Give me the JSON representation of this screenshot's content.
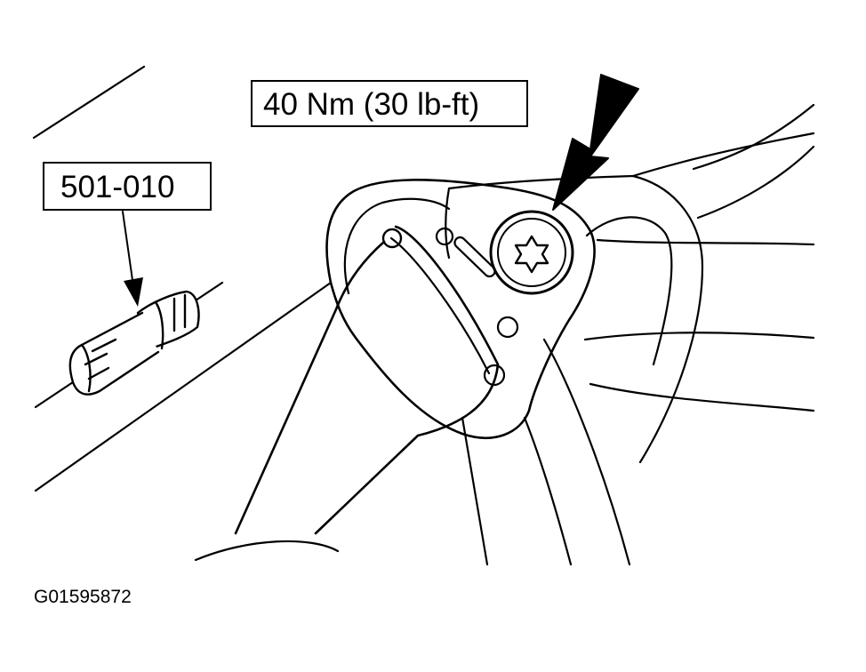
{
  "callouts": {
    "torque": "40 Nm (30 lb-ft)",
    "tool": "501-010"
  },
  "figure_id": "G01595872",
  "colors": {
    "line": "#000000",
    "background": "#ffffff"
  },
  "icons": {
    "fastener_head": "torx-icon",
    "pointer": "arrow-icon"
  }
}
